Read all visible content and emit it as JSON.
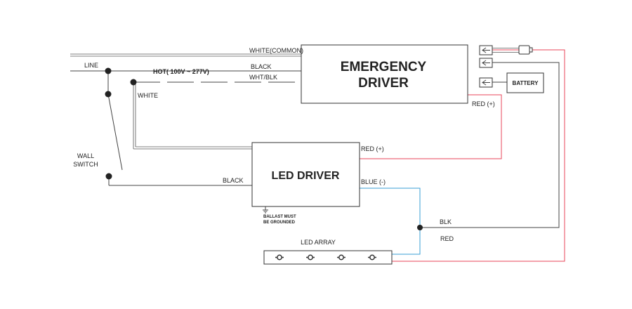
{
  "emergency_driver": {
    "line1": "EMERGENCY",
    "line2": "DRIVER"
  },
  "led_driver": {
    "label": "LED DRIVER"
  },
  "battery": {
    "label": "BATTERY"
  },
  "led_array": {
    "label": "LED ARRAY"
  },
  "wires": {
    "white_common": "WHITE(COMMON)",
    "line": "LINE",
    "hot": "HOT( 100V ~ 277V)",
    "black_top": "BLACK",
    "wht_blk": "WHT/BLK",
    "white": "WHITE",
    "red_emergency": "RED (+)",
    "red_led": "RED (+)",
    "blue_led": "BLUE (-)",
    "black_switch": "BLACK",
    "blk": "BLK",
    "red_bottom": "RED"
  },
  "wall_switch": {
    "line1": "WALL",
    "line2": "SWITCH"
  },
  "ground_note": {
    "line1": "BALLAST MUST",
    "line2": "BE GROUNDED"
  }
}
